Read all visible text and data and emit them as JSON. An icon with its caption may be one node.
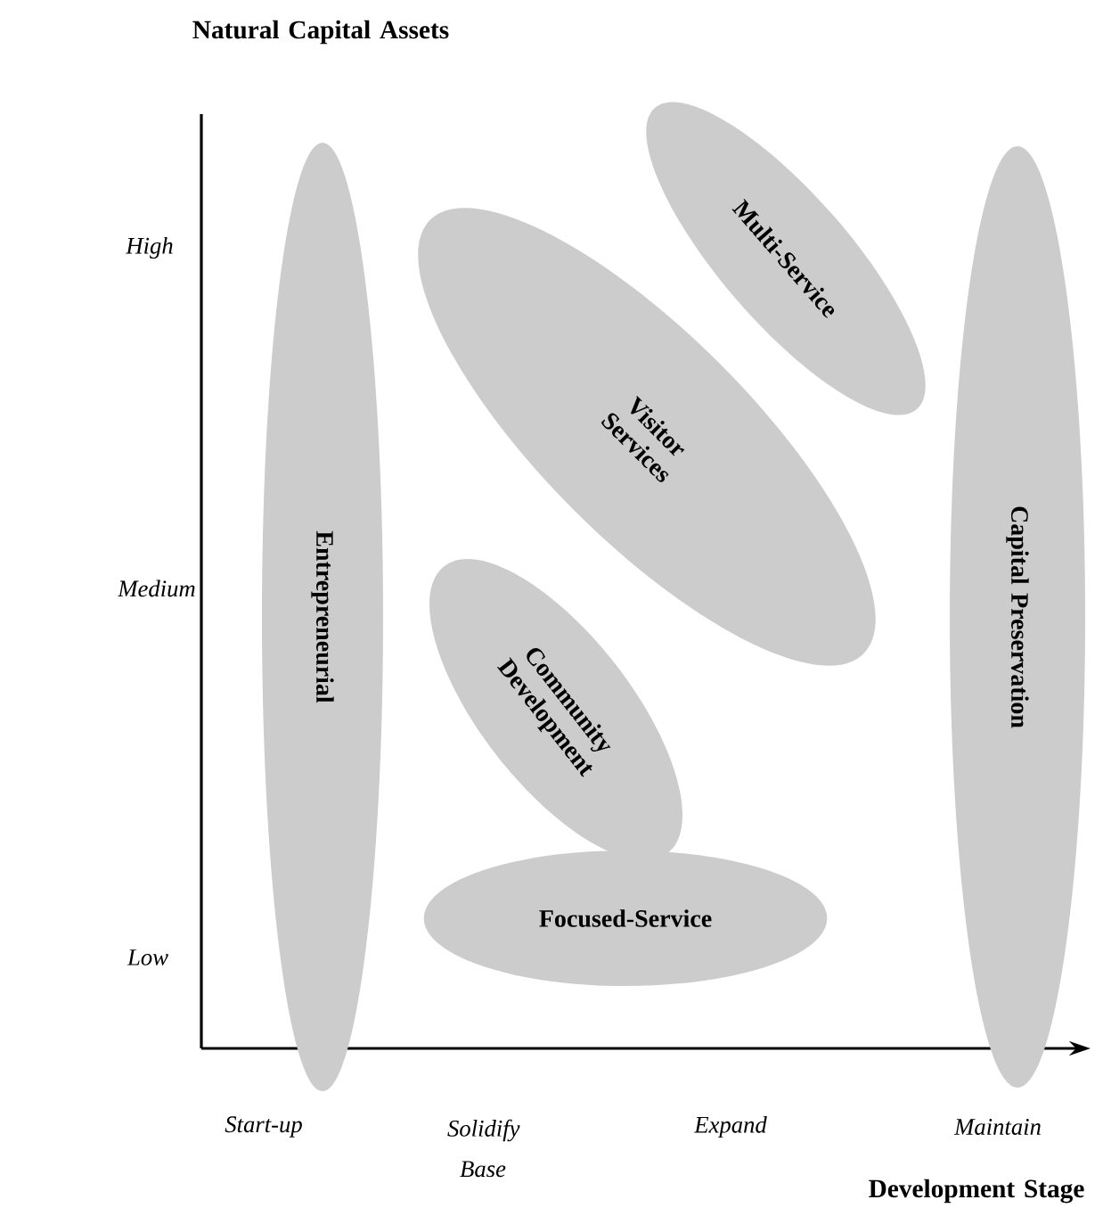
{
  "diagram": {
    "nodes": [
      {
        "text": [
          "Entrepreneurial"
        ]
      },
      {
        "text": [
          "Multi-Service"
        ]
      },
      {
        "text": [
          "Visitor Services"
        ]
      },
      {
        "text": [
          "Community Development"
        ]
      },
      {
        "text": [
          "Capital Preservation"
        ]
      },
      {
        "text": [
          "Focused-Service"
        ]
      }
    ],
    "labels": [
      "Natural Capital Assets",
      "High",
      "Medium",
      "Low",
      "Start-up",
      "Solidify Base",
      "Expand",
      "Maintain",
      "Development Stage"
    ]
  }
}
